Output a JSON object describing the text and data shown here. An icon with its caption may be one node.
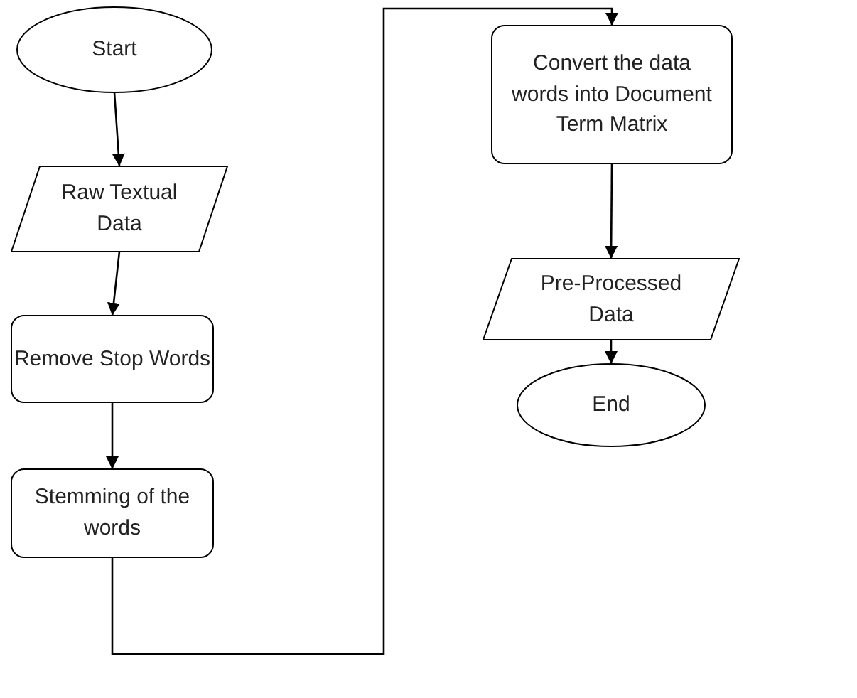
{
  "diagram": {
    "nodes": [
      {
        "text": [
          "Start"
        ]
      },
      {
        "text": [
          "Raw Textual Data"
        ]
      },
      {
        "text": [
          "Remove Stop Words"
        ]
      },
      {
        "text": [
          "Stemming of the words"
        ]
      },
      {
        "text": [
          "Convert the data words into Document Term Matrix"
        ]
      },
      {
        "text": [
          "Pre-Processed Data"
        ]
      },
      {
        "text": [
          "End"
        ]
      }
    ],
    "edges": [
      {
        "from": 0,
        "to": 1,
        "arrow": "to"
      },
      {
        "from": 1,
        "to": 2,
        "arrow": "to"
      },
      {
        "from": 2,
        "to": 3,
        "arrow": "to"
      },
      {
        "from": 3,
        "to": 4,
        "arrow": "to"
      },
      {
        "from": 4,
        "to": 5,
        "arrow": "to"
      },
      {
        "from": 5,
        "to": 6,
        "arrow": "to"
      }
    ]
  }
}
